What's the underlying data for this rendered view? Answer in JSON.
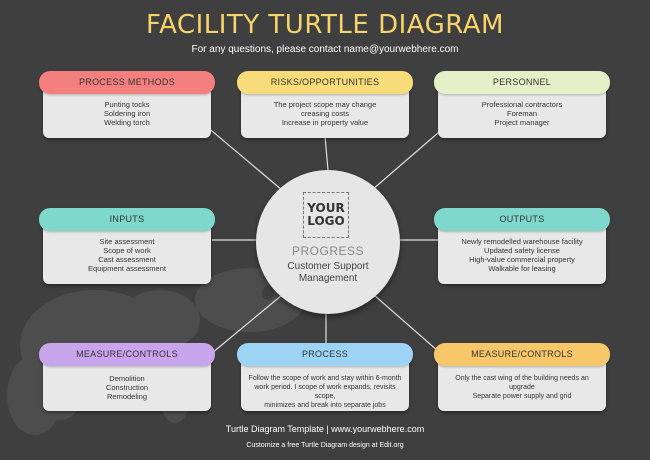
{
  "title": "FACILITY TURTLE DIAGRAM",
  "subtitle": "For any questions, please contact name@yourwebhere.com",
  "center": {
    "logo_line1": "YOUR",
    "logo_line2": "LOGO",
    "label": "PROGRESS",
    "line1": "Customer Support",
    "line2": "Management"
  },
  "colors": {
    "background": "#3f3f3f",
    "title": "#f7d46a",
    "process_methods": "#f47f7f",
    "risks": "#f9dc7a",
    "personnel": "#e6f0c8",
    "inputs": "#7ed8cc",
    "outputs": "#7ed8cc",
    "measure_left": "#c9a5ee",
    "process": "#9dd3f5",
    "measure_right": "#f8c76a"
  },
  "cards": {
    "process_methods": {
      "title": "PROCESS METHODS",
      "items": [
        "Punting tocks",
        "Soldering iron",
        "Welding torch"
      ]
    },
    "risks": {
      "title": "RISKS/OPPORTUNITIES",
      "items": [
        "The project scope may change",
        "creasing costs",
        "Increase in property value"
      ]
    },
    "personnel": {
      "title": "PERSONNEL",
      "items": [
        "Professional contractors",
        "Foreman",
        "Project manager"
      ]
    },
    "inputs": {
      "title": "INPUTS",
      "items": [
        "Site assessment",
        "Scope of work",
        "Cast assessment",
        "Equipment assessment"
      ]
    },
    "outputs": {
      "title": "OUTPUTS",
      "items": [
        "Newly remodelled warehouse facility",
        "Updated safety license",
        "High-value commercial property",
        "Walkable for leasing"
      ]
    },
    "measure_left": {
      "title": "MEASURE/CONTROLS",
      "items": [
        "Demolition",
        "Construction",
        "Remodeling"
      ]
    },
    "process": {
      "title": "PROCESS",
      "items": [
        "Follow the scope of work and stay within 6-month",
        "work period. I scope of work expands, revisits scope,",
        "minimizes and break into separate jobs"
      ]
    },
    "measure_right": {
      "title": "MEASURE/CONTROLS",
      "items": [
        "Only the cast wing of the building needs an upgrade",
        "Separate power supply and grid"
      ]
    }
  },
  "footer": {
    "line1": "Turtle Diagram Template | www.yourwebhere.com",
    "line2": "Customize a free Turtle Diagram design at Edit.org"
  }
}
